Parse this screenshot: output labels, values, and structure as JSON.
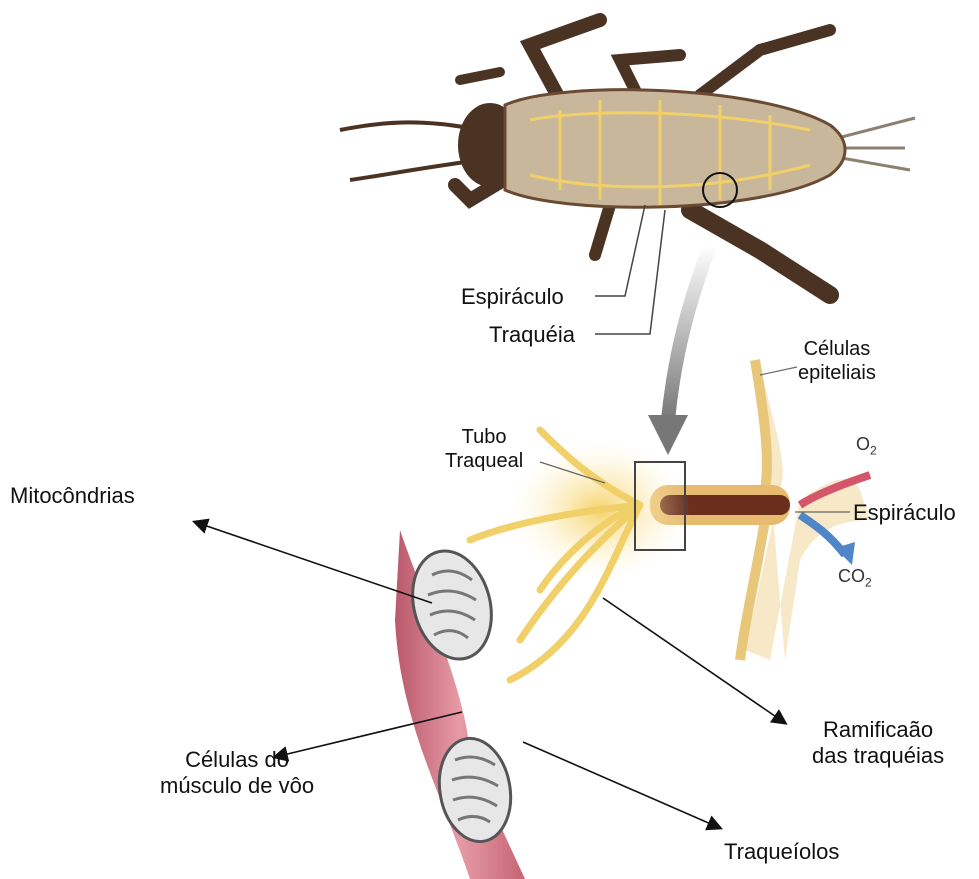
{
  "labels": {
    "spiracle_top": "Espiráculo",
    "trachea_top": "Traquéia",
    "epithelial_line1": "Células",
    "epithelial_line2": "epiteliais",
    "tube_line1": "Tubo",
    "tube_line2": "Traqueal",
    "o2": "O",
    "o2_sub": "2",
    "spiracle_right": "Espiráculo",
    "co2": "CO",
    "co2_sub": "2",
    "mitochondria": "Mitocôndrias",
    "branching_line1": "Ramificaão",
    "branching_line2": "das traquéias",
    "muscle_line1": "Células do",
    "muscle_line2": "músculo de vôo",
    "tracheoles": "Traqueíolos"
  },
  "colors": {
    "insect_body": "#6b4a33",
    "insect_belly": "#c9b79c",
    "trachea": "#f1d06a",
    "muscle": "#d98795",
    "o2_arrow": "#d5566a",
    "co2_arrow": "#4f86c8"
  }
}
